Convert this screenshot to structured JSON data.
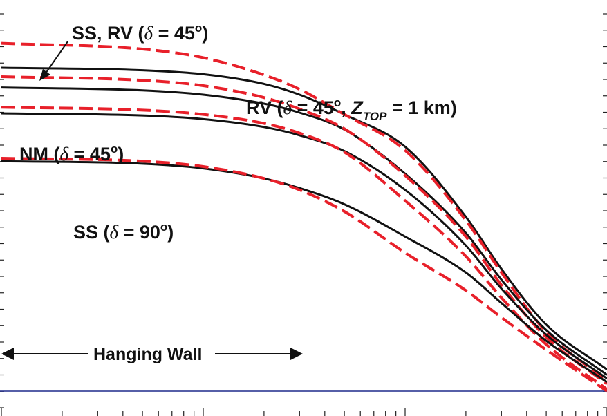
{
  "chart_data": {
    "type": "line",
    "title": "",
    "xlabel": "",
    "ylabel": "",
    "x_scale": "log",
    "grid": false,
    "colors": {
      "black": "#111111",
      "red": "#e8202a",
      "reference": "#1f2a8c"
    },
    "series": [
      {
        "style": "solid-black",
        "x": [
          0.01,
          0.05,
          0.1,
          0.2,
          0.3,
          0.5,
          1,
          2,
          3,
          5,
          10
        ],
        "y": [
          0.9,
          0.893,
          0.882,
          0.855,
          0.825,
          0.77,
          0.68,
          0.485,
          0.34,
          0.185,
          0.06
        ]
      },
      {
        "style": "dashed-red",
        "x": [
          0.01,
          0.05,
          0.1,
          0.2,
          0.3,
          0.5,
          1,
          2,
          3,
          5,
          10
        ],
        "y": [
          0.968,
          0.952,
          0.928,
          0.88,
          0.84,
          0.77,
          0.67,
          0.475,
          0.33,
          0.165,
          0.03
        ]
      },
      {
        "style": "solid-black",
        "x": [
          0.01,
          0.05,
          0.1,
          0.2,
          0.3,
          0.5,
          1,
          2,
          3,
          5,
          10
        ],
        "y": [
          0.845,
          0.837,
          0.825,
          0.8,
          0.775,
          0.728,
          0.605,
          0.44,
          0.31,
          0.17,
          0.045
        ]
      },
      {
        "style": "dashed-red",
        "x": [
          0.01,
          0.05,
          0.1,
          0.2,
          0.3,
          0.5,
          1,
          2,
          3,
          5,
          10
        ],
        "y": [
          0.875,
          0.865,
          0.85,
          0.817,
          0.785,
          0.73,
          0.6,
          0.43,
          0.295,
          0.15,
          0.02
        ]
      },
      {
        "style": "solid-black",
        "x": [
          0.01,
          0.05,
          0.1,
          0.2,
          0.3,
          0.5,
          1,
          2,
          3,
          5,
          10
        ],
        "y": [
          0.773,
          0.767,
          0.757,
          0.735,
          0.712,
          0.668,
          0.56,
          0.405,
          0.285,
          0.157,
          0.035
        ]
      },
      {
        "style": "dashed-red",
        "x": [
          0.01,
          0.05,
          0.1,
          0.2,
          0.3,
          0.5,
          1,
          2,
          3,
          5,
          10
        ],
        "y": [
          0.79,
          0.782,
          0.77,
          0.745,
          0.718,
          0.665,
          0.53,
          0.375,
          0.26,
          0.13,
          0.005
        ]
      },
      {
        "style": "solid-black",
        "x": [
          0.01,
          0.05,
          0.1,
          0.2,
          0.3,
          0.5,
          1,
          2,
          3,
          5,
          10
        ],
        "y": [
          0.64,
          0.633,
          0.62,
          0.592,
          0.565,
          0.52,
          0.43,
          0.33,
          0.245,
          0.14,
          0.025
        ]
      },
      {
        "style": "dashed-red",
        "x": [
          0.01,
          0.05,
          0.1,
          0.2,
          0.3,
          0.5,
          1,
          2,
          3,
          5,
          10
        ],
        "y": [
          0.648,
          0.64,
          0.625,
          0.592,
          0.56,
          0.5,
          0.385,
          0.28,
          0.205,
          0.115,
          0.0
        ]
      }
    ],
    "reference_line": {
      "y": 0.0
    },
    "x_ticks": [
      0.01,
      0.02,
      0.03,
      0.04,
      0.05,
      0.06,
      0.07,
      0.08,
      0.09,
      0.1,
      0.2,
      0.3,
      0.4,
      0.5,
      0.6,
      0.7,
      0.8,
      0.9,
      1,
      2,
      3,
      4,
      5,
      6,
      7,
      8,
      9,
      10
    ],
    "y_ticks_count": 25,
    "annotations": {
      "ss_rv": {
        "prefix": "SS, RV (",
        "delta": "δ",
        "eq": " = 45",
        "sup": "o",
        "suffix": ")"
      },
      "rv": {
        "prefix": "RV (",
        "delta": "δ",
        "eq": " = 45",
        "sup": "o",
        "mid": ", ",
        "z": "Z",
        "z_sub": "TOP",
        "z_eq": " = 1 km)"
      },
      "nm": {
        "prefix": "NM (",
        "delta": "δ",
        "eq": " = 45",
        "sup": "o",
        "suffix": ")"
      },
      "ss": {
        "prefix": "SS (",
        "delta": "δ",
        "eq": " = 90",
        "sup": "o",
        "suffix": ")"
      },
      "hanging_wall": "Hanging Wall"
    }
  }
}
